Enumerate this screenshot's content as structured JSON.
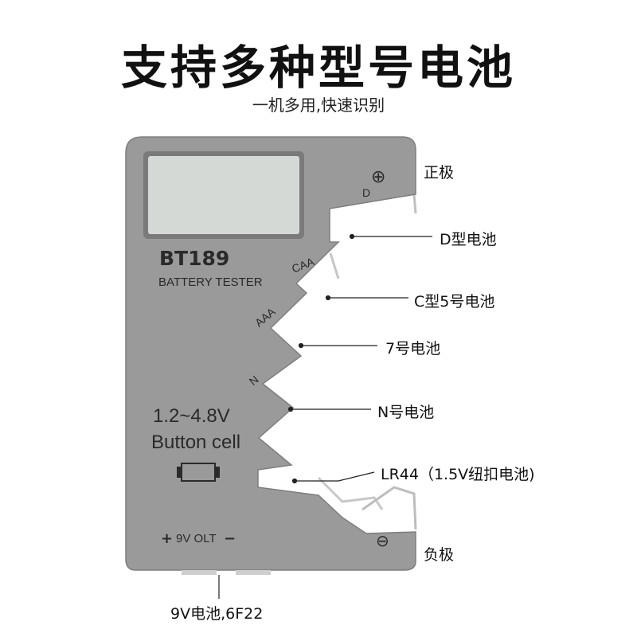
{
  "header": {
    "title": "支持多种型号电池",
    "subtitle": "一机多用,快速识别"
  },
  "device": {
    "model": "BT189",
    "name": "BATTERY TESTER",
    "slot_labels": {
      "d": "D",
      "caa": "CAA",
      "aaa": "AAA",
      "n": "N"
    },
    "voltage_range": "1.2~4.8V",
    "button_cell_label": "Button cell",
    "nine_volt_label": "9V OLT",
    "plus_sign": "+",
    "minus_sign": "−",
    "positive_symbol": "⊕",
    "negative_symbol": "⊖",
    "body_color": "#9a9a9a",
    "lcd_color": "#d5d9d5"
  },
  "callouts": {
    "positive": "正极",
    "d_battery": "D型电池",
    "c_battery": "C型5号电池",
    "aaa_battery": "7号电池",
    "n_battery": "N号电池",
    "lr44": "LR44（1.5V纽扣电池)",
    "negative": "负极",
    "nine_volt": "9V电池,6F22"
  }
}
